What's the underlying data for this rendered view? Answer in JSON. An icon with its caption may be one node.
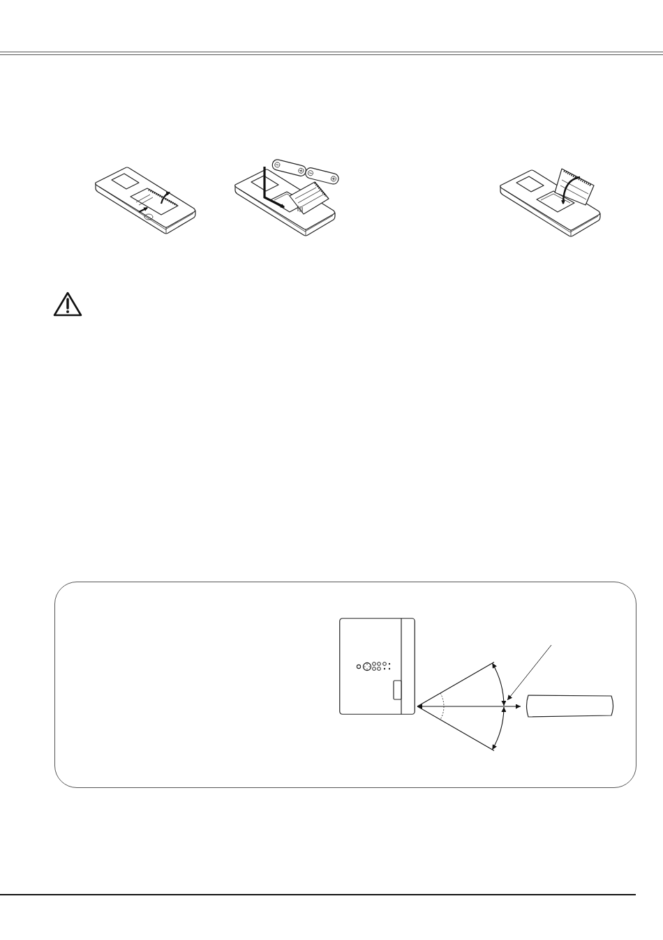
{
  "diagram": {
    "nodes": [
      {
        "text": [],
        "shape": "picture"
      },
      {
        "text": [],
        "shape": "picture"
      },
      {
        "text": [],
        "shape": "picture"
      },
      {
        "text": [],
        "shape": "box"
      },
      {
        "text": [],
        "shape": "picture",
        "in": 3
      },
      {
        "text": [],
        "shape": "box",
        "in": 3
      }
    ],
    "edges": [
      {
        "from": 4,
        "to": 5,
        "arrow": "both"
      }
    ]
  }
}
